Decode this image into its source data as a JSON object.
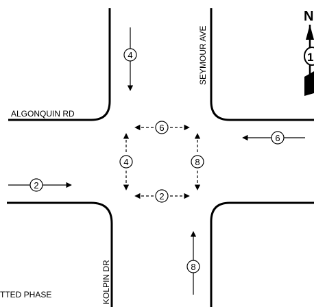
{
  "streets": {
    "algonquin": "ALGONQUIN RD",
    "seymour": "SEYMOUR AVE",
    "kolpin": "KOLPIN DR"
  },
  "phases": {
    "sb_through": "4",
    "wb_through": "6",
    "eb_through": "2",
    "nb_through": "8",
    "ped_north": "6",
    "ped_south": "2",
    "ped_west": "4",
    "ped_east": "8"
  },
  "north_arrow": {
    "letter": "N",
    "route_shield": "1"
  },
  "legend": {
    "text": "TTED PHASE"
  }
}
